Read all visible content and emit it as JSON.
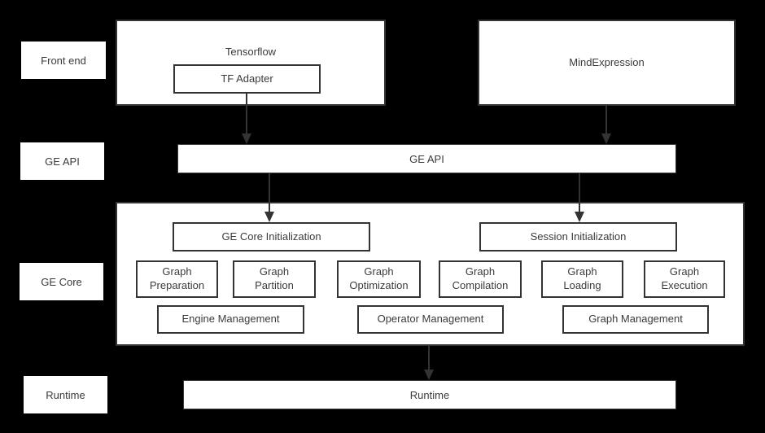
{
  "colors": {
    "background": "#000000",
    "box_fill": "#ffffff",
    "border": "#333333",
    "text": "#3b3b3b",
    "arrow": "#333333"
  },
  "row_labels": {
    "front_end": "Front end",
    "ge_api": "GE API",
    "ge_core": "GE Core",
    "runtime": "Runtime"
  },
  "front_end_row": {
    "tensorflow_title": "Tensorflow",
    "tf_adapter": "TF Adapter",
    "mindexpression": "MindExpression"
  },
  "ge_api_row": {
    "bar_label": "GE API"
  },
  "ge_core_box": {
    "ge_core_initialization": "GE Core Initialization",
    "session_initialization": "Session Initialization",
    "pipeline": [
      "Graph Preparation",
      "Graph Partition",
      "Graph Optimization",
      "Graph Compilation",
      "Graph Loading",
      "Graph Execution"
    ],
    "management": [
      "Engine Management",
      "Operator Management",
      "Graph Management"
    ]
  },
  "runtime_row": {
    "bar_label": "Runtime"
  }
}
